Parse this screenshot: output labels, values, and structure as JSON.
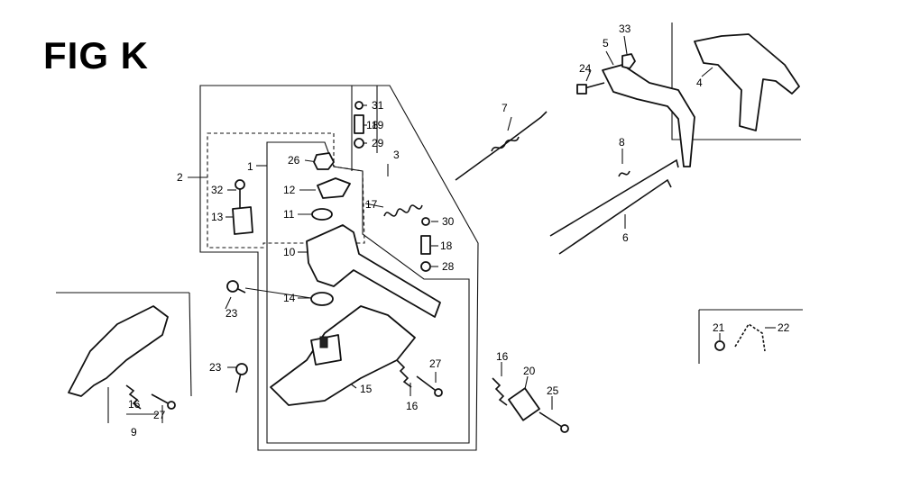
{
  "figure": {
    "title": "FIG K"
  },
  "callouts": [
    "1",
    "2",
    "3",
    "4",
    "5",
    "6",
    "7",
    "8",
    "9",
    "10",
    "11",
    "12",
    "13",
    "14",
    "15",
    "16",
    "16",
    "16",
    "17",
    "18",
    "18",
    "19",
    "20",
    "21",
    "22",
    "23",
    "23",
    "24",
    "25",
    "26",
    "27",
    "27",
    "28",
    "29",
    "30",
    "31",
    "32",
    "33"
  ]
}
